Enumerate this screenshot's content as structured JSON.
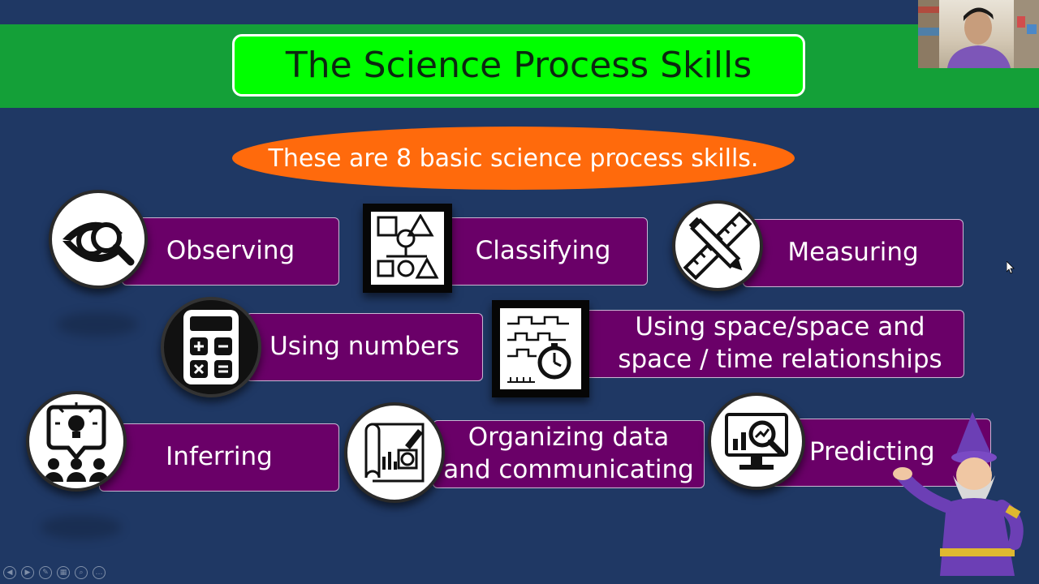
{
  "title": "The Science Process Skills",
  "subtitle": "These are 8 basic science process skills.",
  "skills": [
    {
      "label": "Observing",
      "icon": "eye-magnifier-icon"
    },
    {
      "label": "Classifying",
      "icon": "shapes-sorting-icon"
    },
    {
      "label": "Measuring",
      "icon": "ruler-pencil-icon"
    },
    {
      "label": "Using numbers",
      "icon": "calculator-icon"
    },
    {
      "label": "Using space/space and space / time relationships",
      "icon": "waveform-stopwatch-icon"
    },
    {
      "label": "Inferring",
      "icon": "idea-audience-icon"
    },
    {
      "label": "Organizing data and communicating",
      "icon": "blueprint-chart-icon"
    },
    {
      "label": "Predicting",
      "icon": "monitor-analytics-icon"
    }
  ],
  "colors": {
    "background": "#1f3864",
    "band": "#14a038",
    "title_box": "#00ff00",
    "pill": "#ff6a0c",
    "skill_box": "#6a0068"
  },
  "player_controls": [
    "prev-icon",
    "next-icon",
    "pen-icon",
    "slides-icon",
    "zoom-icon",
    "more-icon"
  ]
}
